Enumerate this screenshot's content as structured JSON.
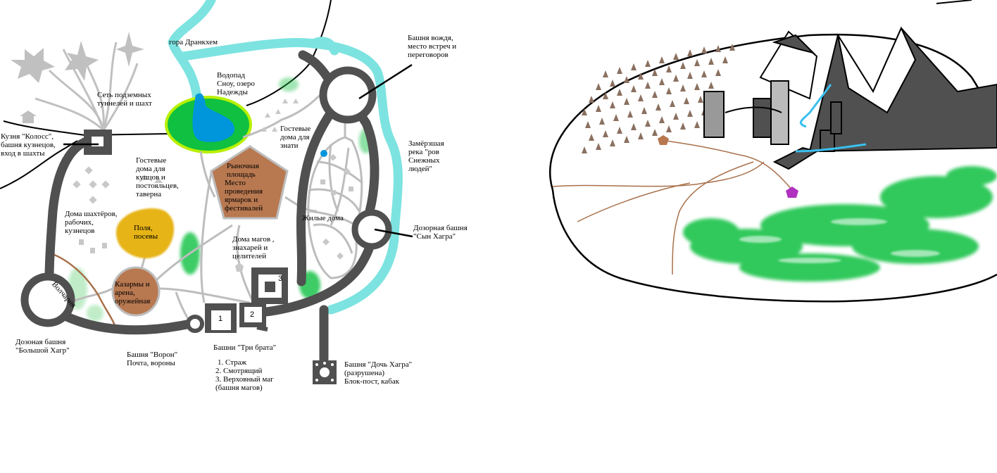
{
  "map": {
    "labels": {
      "mountain": [
        "гора Дранкхем"
      ],
      "waterfall": [
        "Водопад",
        "Сноу, озеро",
        "Надежды"
      ],
      "tunnels": [
        "Сеть подземных",
        "туннелей и шахт"
      ],
      "forge": [
        "Кузня \"Колосс\",",
        "башня кузнецов,",
        "вход в шахты"
      ],
      "merchant_houses": [
        "Гостевые",
        "дома для",
        "купцов и",
        "постояльцев,",
        "таверна"
      ],
      "market": [
        "Рыночная",
        "площадь",
        "Место",
        "проведения",
        "ярмарок и",
        "фестивалей"
      ],
      "noble_houses": [
        "Гостевые",
        "дома для",
        "знати"
      ],
      "chief_tower": [
        "Башня вождя,",
        "место встреч и",
        "переговоров"
      ],
      "river": [
        "Замёрзшая",
        "река \"ров",
        "Снежных",
        "людей\""
      ],
      "residential": [
        "Жилые дома"
      ],
      "son_tower": [
        "Дозорная башня",
        "\"Сын Хагра\""
      ],
      "miner_houses": [
        "Дома шахтёров,",
        "рабочих,",
        "кузнецов"
      ],
      "fields": [
        "Поля,",
        "посевы"
      ],
      "mage_houses": [
        "Дома магов ,",
        "знахарей и",
        "целителей"
      ],
      "barracks": [
        "Казармы и",
        "арена,",
        "оружейная"
      ],
      "kennel": [
        "Волчарня"
      ],
      "big_tower": [
        "Дозоная башня",
        "\"Большой Хагр\""
      ],
      "raven_tower": [
        "Башня \"Ворон\"",
        "Почта, вороны"
      ],
      "three_brothers": [
        "Башни \"Три брата\""
      ],
      "three_brothers_list": [
        "1. Страж",
        "2. Смотрящий",
        "3. Верховный маг",
        "(башня магов)"
      ],
      "daughter_tower": [
        "Башня \"Дочь Хагра\"",
        "(разрушена)",
        "Блок-пост, кабак"
      ]
    },
    "tower_numbers": [
      "1",
      "2",
      "3"
    ],
    "colors": {
      "wall": "#505050",
      "river": "#7de3e0",
      "lake": "#0096dc",
      "grass": "#10c040",
      "field": "#e6b414",
      "plaza": "#b87850",
      "road": "#bdbdbd",
      "path": "#a8704a",
      "marker_purple": "#b030c0"
    }
  }
}
